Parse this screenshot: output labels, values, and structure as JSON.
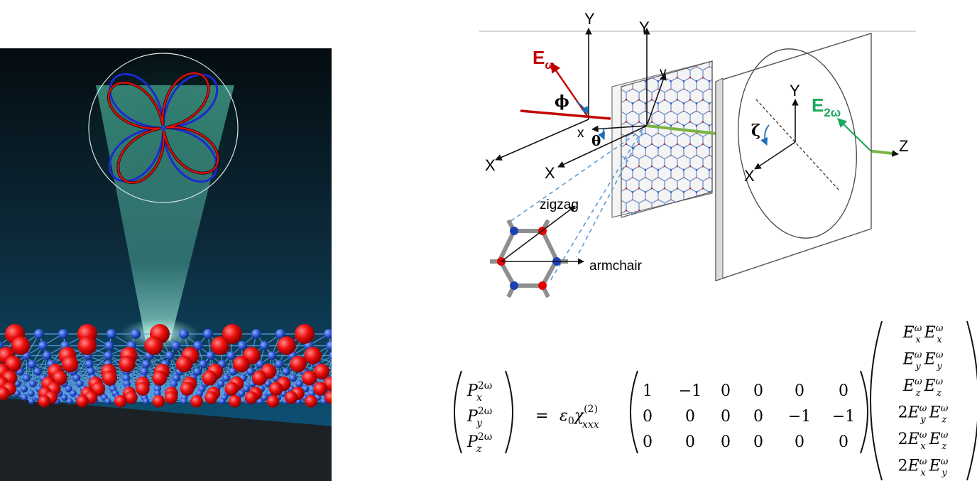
{
  "diagram": {
    "axes": {
      "Y_lab": "Y",
      "Y_sample": "Y",
      "X_lab": "X",
      "X_sample": "X",
      "x_lattice": "x",
      "y_lattice": "y",
      "Y_detector": "Y",
      "X_detector": "X",
      "Z": "Z"
    },
    "angles": {
      "phi": "ϕ",
      "theta": "θ",
      "zeta": "ζ"
    },
    "fields": {
      "E_omega": {
        "base": "E",
        "sub": "ω",
        "color": "#c00000"
      },
      "E_2omega": {
        "base": "E",
        "sub": "2ω",
        "color": "#1aa85c"
      }
    },
    "lattice_labels": {
      "zigzag": "zigzag",
      "armchair": "armchair"
    },
    "colors": {
      "beam": "#7cb342",
      "incident": "#c00000",
      "guide": "#5b9bd5",
      "atom_red": "#e00000",
      "atom_blue": "#1f3fb5"
    }
  },
  "equation": {
    "P": {
      "base": "P",
      "sup": "2ω",
      "subs": [
        "x",
        "y",
        "z"
      ]
    },
    "eps": "ε",
    "eps_sub": "0",
    "chi": "χ",
    "chi_sup": "(2)",
    "chi_sub": "xxx",
    "equals": "=",
    "matrix": [
      [
        "1",
        "−1",
        "0",
        "0",
        "0",
        "0"
      ],
      [
        "0",
        "0",
        "0",
        "0",
        "−1",
        "−1"
      ],
      [
        "0",
        "0",
        "0",
        "0",
        "0",
        "0"
      ]
    ],
    "vector": [
      {
        "coef": "",
        "a": "x",
        "b": "x"
      },
      {
        "coef": "",
        "a": "y",
        "b": "y"
      },
      {
        "coef": "",
        "a": "z",
        "b": "z"
      },
      {
        "coef": "2",
        "a": "y",
        "b": "z"
      },
      {
        "coef": "2",
        "a": "x",
        "b": "z"
      },
      {
        "coef": "2",
        "a": "x",
        "b": "y"
      }
    ],
    "field_letter": "E",
    "omega": "ω"
  }
}
